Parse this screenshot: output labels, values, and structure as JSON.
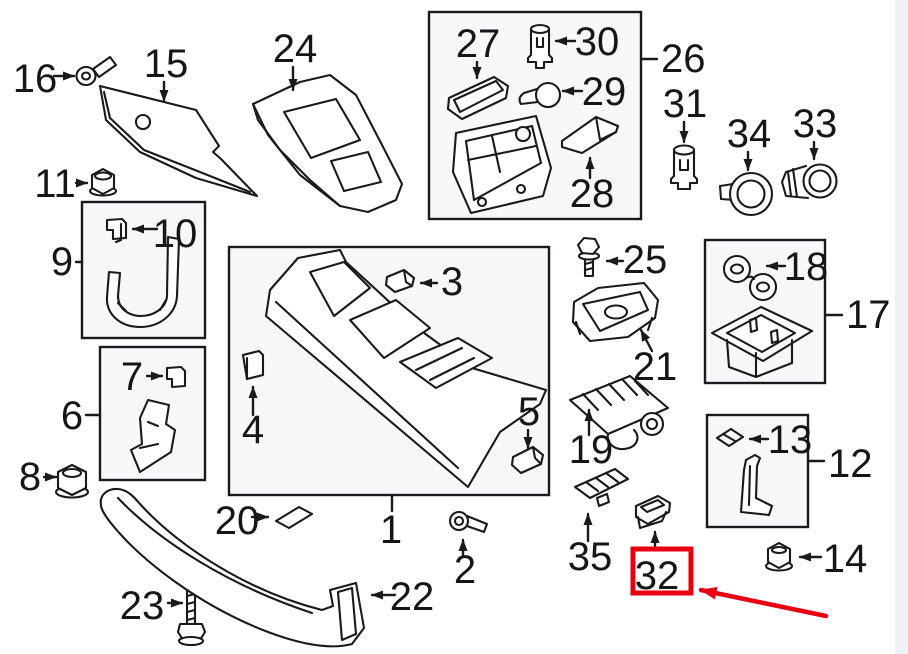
{
  "diagram": {
    "kind": "exploded-parts-diagram",
    "subject": "console trim components",
    "highlighted_part": "32",
    "group_boxed_parts": [
      "1",
      "6",
      "9",
      "12",
      "17",
      "26"
    ],
    "colors": {
      "line": "#1a1a1a",
      "background": "#ffffff",
      "highlight": "#e60012",
      "group_box_fill": "#f7f8f9",
      "edge_strip": "#edf1f5"
    }
  },
  "labels": {
    "p1": "1",
    "p2": "2",
    "p3": "3",
    "p4": "4",
    "p5": "5",
    "p6": "6",
    "p7": "7",
    "p8": "8",
    "p9": "9",
    "p10": "10",
    "p11": "11",
    "p12": "12",
    "p13": "13",
    "p14": "14",
    "p15": "15",
    "p16": "16",
    "p17": "17",
    "p18": "18",
    "p19": "19",
    "p20": "20",
    "p21": "21",
    "p22": "22",
    "p23": "23",
    "p24": "24",
    "p25": "25",
    "p26": "26",
    "p27": "27",
    "p28": "28",
    "p29": "29",
    "p30": "30",
    "p31": "31",
    "p32": "32",
    "p33": "33",
    "p34": "34",
    "p35": "35"
  }
}
